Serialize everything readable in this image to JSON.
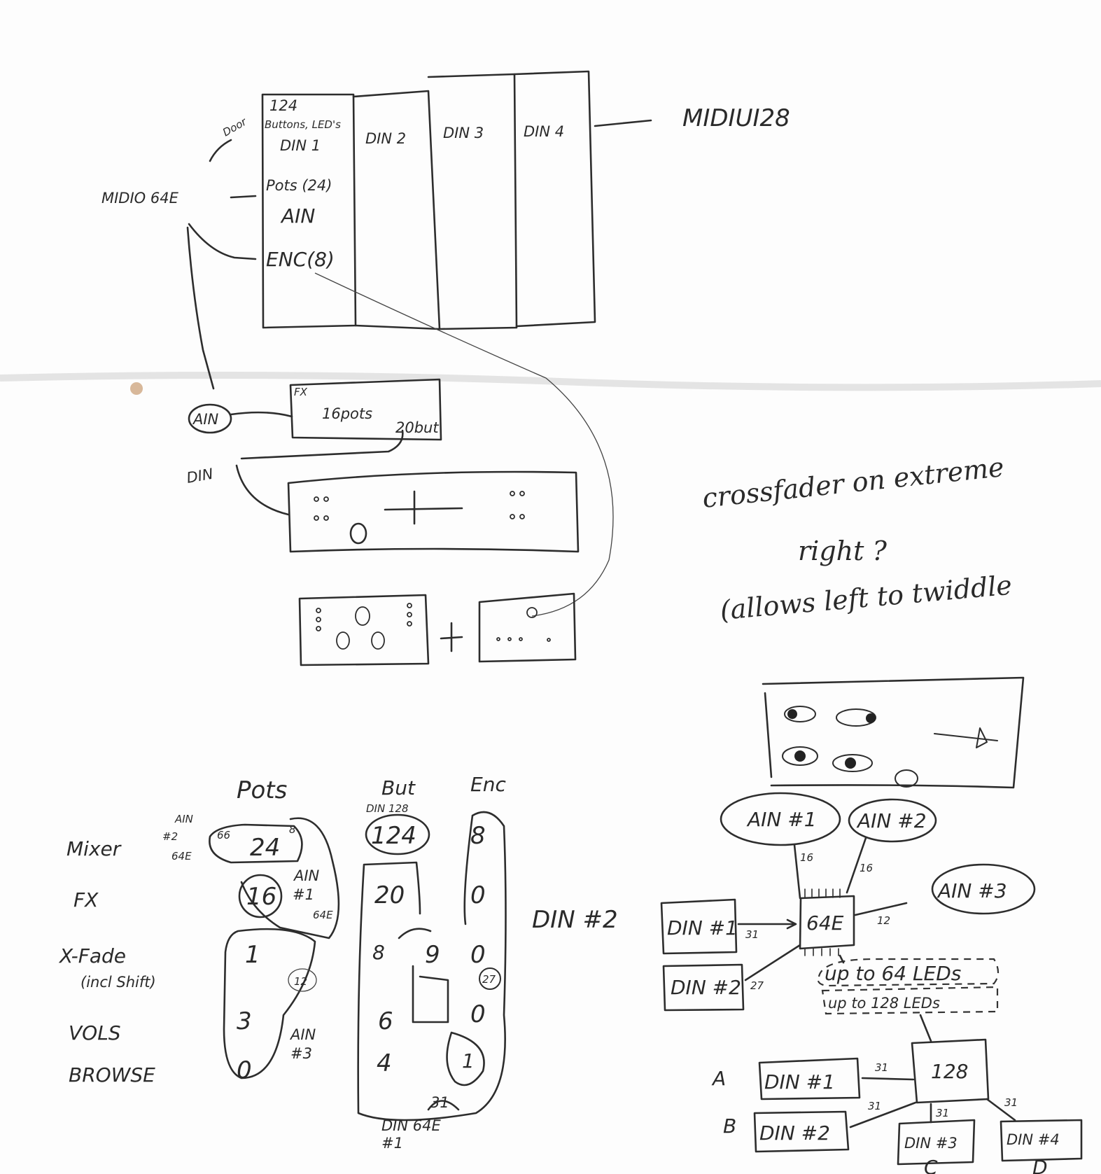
{
  "top_sketch": {
    "din1_count": "124",
    "din1_items": "Buttons, LED's",
    "din1_label": "DIN 1",
    "pots_label": "Pots (24)",
    "ain_label": "AIN",
    "enc_label": "ENC(8)",
    "din2_label": "DIN 2",
    "din3_label": "DIN 3",
    "din4_label": "DIN 4",
    "midio64e_label": "MIDIO 64E",
    "door_label": "Door",
    "midiui28_label": "MIDIUI28"
  },
  "middle_sketch": {
    "ain_bubble": "AIN",
    "fx_label": "FX",
    "fx_pots": "16pots",
    "fx_buttons": "20but",
    "din_label": "DIN"
  },
  "note": {
    "line1": "crossfader on extreme",
    "line2": "right ?",
    "line3": "(allows left to twiddle"
  },
  "table": {
    "headers": {
      "pots": "Pots",
      "but": "But",
      "enc": "Enc",
      "din128": "DIN 128"
    },
    "rows": [
      "Mixer",
      "FX",
      "X-Fade",
      "(incl Shift)",
      "VOLS",
      "BROWSE"
    ],
    "pots_values": [
      "24",
      "16",
      "1",
      "3",
      "0"
    ],
    "pots_small": [
      "66",
      "8",
      "12"
    ],
    "but_values": [
      "124",
      "20",
      "9",
      "6",
      "4"
    ],
    "enc_values": [
      "8",
      "0",
      "0",
      "0"
    ],
    "enc_small": "27",
    "but_smudge": "8",
    "extra_nums": [
      "1",
      "1",
      "31"
    ],
    "ain2": "AIN #2 64E",
    "ain2_lines": [
      "AIN",
      "#2",
      "64E"
    ],
    "ain1_lines": [
      "AIN",
      "#1",
      "64E"
    ],
    "ain3_lines": [
      "AIN",
      "#3"
    ],
    "din2_side": "DIN #2",
    "bottom_lines": [
      "DIN 64E",
      "#1"
    ]
  },
  "wiring": {
    "ain1": "AIN #1",
    "ain2": "AIN #2",
    "ain3": "AIN #3",
    "core_64e": "64E",
    "din1": "DIN #1",
    "din2": "DIN #2",
    "w_ain1": "16",
    "w_ain2": "16",
    "w_ain3": "12",
    "w_din1": "31",
    "w_din2": "27",
    "leds64": "up to 64 LEDs",
    "leds128": "up to 128 LEDs",
    "core_128": "128",
    "a_label": "A",
    "b_label": "B",
    "c_label": "C",
    "d_label": "D",
    "din1b": "DIN #1",
    "din2b": "DIN #2",
    "din3b": "DIN #3",
    "din4b": "DIN #4",
    "w_a": "31",
    "w_b": "31",
    "w_c": "31",
    "w_d": "31"
  }
}
